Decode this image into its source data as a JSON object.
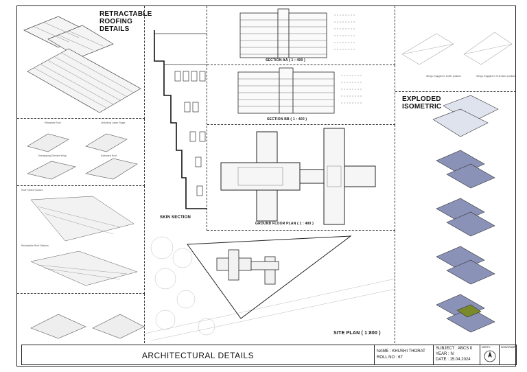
{
  "sheet": {
    "title": "ARCHITECTURAL  DETAILS"
  },
  "panels": {
    "roofing": {
      "title_lines": [
        "RETRACTABLE",
        "ROOFING",
        "DETAILS"
      ]
    },
    "roof_captions": [
      "Retracted Roof",
      "Unfolding Lower Stage",
      "Overlapping Element Wing",
      "Extended Roof",
      "Roof Fabric/Trusses",
      "Retractable Roof Stations"
    ],
    "skin_section": {
      "label": "SKIN  SECTION"
    },
    "section_aa": {
      "label": "SECTION  AA ( 1 : 400 )"
    },
    "section_bb": {
      "label": "SECTION  BB ( 1 : 400 )"
    },
    "ground_floor": {
      "label": "GROUND FLOOR PLAN ( 1 : 400 )"
    },
    "site_plan": {
      "label": "SITE PLAN ( 1:800 )"
    },
    "wing_captions": [
      "Wings engaged in buffer position",
      "Wings engaged in hi-tension position"
    ],
    "exploded": {
      "title_lines": [
        "EXPLODED",
        "ISOMETRIC"
      ]
    }
  },
  "title_block": {
    "name": "NAME : KHUSHI THORAT",
    "roll": "ROLL NO : 67",
    "subject": "SUBJECT : ABCS II",
    "year": "YEAR : IV",
    "date": "DATE : 15.04.2024",
    "north": "NORTH",
    "sign": "SIGN/STAMP"
  }
}
